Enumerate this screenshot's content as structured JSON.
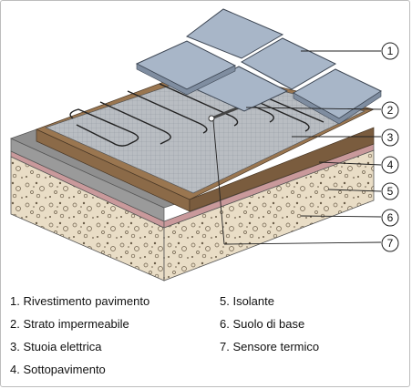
{
  "callouts": [
    "1",
    "2",
    "3",
    "4",
    "5",
    "6",
    "7"
  ],
  "legend": {
    "col1": [
      "1. Rivestimento pavimento",
      "2. Strato impermeabile",
      "3. Stuoia elettrica",
      "4. Sottopavimento"
    ],
    "col2": [
      "5. Isolante",
      "6. Suolo di base",
      "7. Sensore termico"
    ]
  },
  "colors": {
    "tile": "#a8b6c8",
    "mat": "#b6b9be",
    "subfloor": "#8a6a4a",
    "membrane": "#cf9ea0",
    "gravel": "#e8dcc6"
  }
}
